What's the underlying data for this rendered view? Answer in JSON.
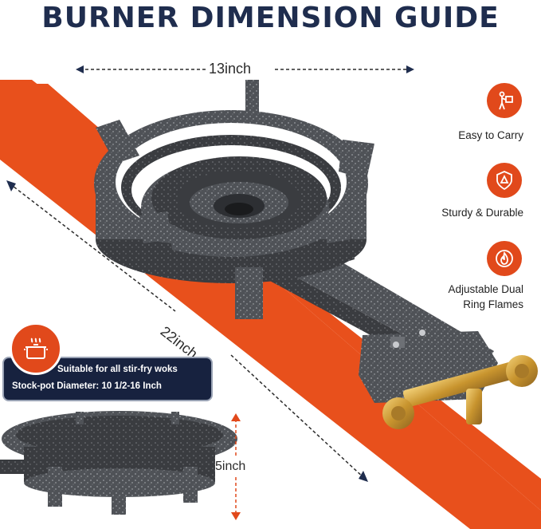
{
  "title": "BURNER DIMENSION GUIDE",
  "dimensions": {
    "width": "13inch",
    "length": "22inch",
    "height": "5inch"
  },
  "features": [
    {
      "label_line1": "Easy to Carry",
      "label_line2": "",
      "icon": "carry-icon"
    },
    {
      "label_line1": "Sturdy & Durable",
      "label_line2": "",
      "icon": "sturdy-icon"
    },
    {
      "label_line1": "Adjustable Dual",
      "label_line2": "Ring Flames",
      "icon": "flame-icon"
    }
  ],
  "badge": {
    "line1": "Suitable for all stir-fry woks",
    "line2": "Stock-pot Diameter: 10 1/2-16 Inch",
    "icon": "pot-icon"
  },
  "colors": {
    "accent": "#e1491b",
    "navy": "#1f2d4e",
    "metal": "#5b5e63"
  }
}
